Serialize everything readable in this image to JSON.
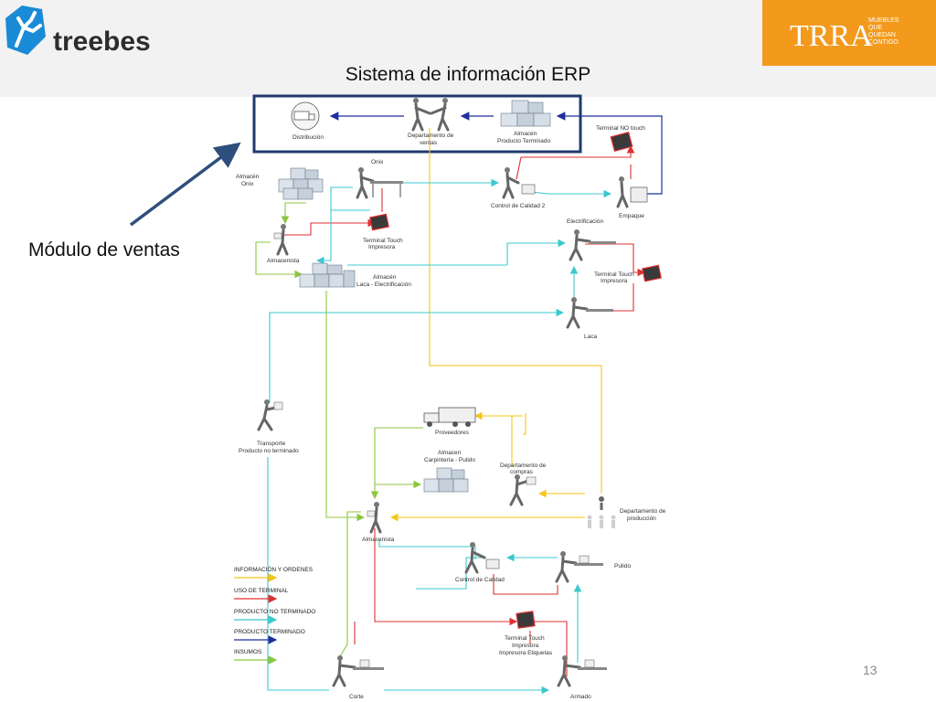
{
  "header": {
    "left_logo_text": "treebes",
    "right_logo": {
      "brand": "TRRA",
      "tagline": [
        "MUEBLES",
        "QUE",
        "QUEDAN",
        "CONTIGO"
      ]
    }
  },
  "slide": {
    "title": "Sistema de información ERP",
    "callout": "Módulo de ventas",
    "page_number": "13"
  },
  "diagram": {
    "nodes": {
      "distribucion": "Distribución",
      "dept_ventas": [
        "Departamento de",
        "ventas"
      ],
      "almacen_pt": [
        "Almacén",
        "Producto Terminado"
      ],
      "terminal_no_touch": "Terminal NO touch",
      "almacen_onix": [
        "Almacén",
        "Onix"
      ],
      "onix": "Onix",
      "control_calidad_2": "Control de Calidad 2",
      "empaque": "Empaque",
      "electrificacion": "Electrificación",
      "almacenista_top": "Almacenista",
      "terminal_touch_1": [
        "Terminal Touch",
        "Impresora"
      ],
      "almacen_laca": [
        "Almacén",
        "Laca - Electrificación"
      ],
      "terminal_touch_2": [
        "Terminal Touch",
        "Impresora"
      ],
      "laca": "Laca",
      "transporte": [
        "Transporte",
        "Producto no terminado"
      ],
      "proveedores": "Proveedores",
      "almacen_carpinteria": [
        "Almacen",
        "Carpintería - Pulido"
      ],
      "dept_compras": [
        "Departamento de",
        "compras"
      ],
      "dept_produccion": [
        "Departamento de",
        "producción"
      ],
      "almacenista_bottom": "Almacenista",
      "control_calidad": "Control de Calidad",
      "pulido": "Pulido",
      "terminal_touch_3": [
        "Terminal Touch",
        "Impresora",
        "Impresora Etiquetas"
      ],
      "corte": "Corte",
      "armado": "Armado"
    },
    "legend": [
      {
        "label": "INFORMACIÓN Y ORDENES",
        "color": "#f5c518"
      },
      {
        "label": "USO DE TERMINAL",
        "color": "#e03030"
      },
      {
        "label": "PRODUCTO NO TERMINADO",
        "color": "#3cc8d0"
      },
      {
        "label": "PRODUCTO TERMINADO",
        "color": "#1f2fa0"
      },
      {
        "label": "INSUMOS",
        "color": "#8cc63f"
      }
    ]
  }
}
